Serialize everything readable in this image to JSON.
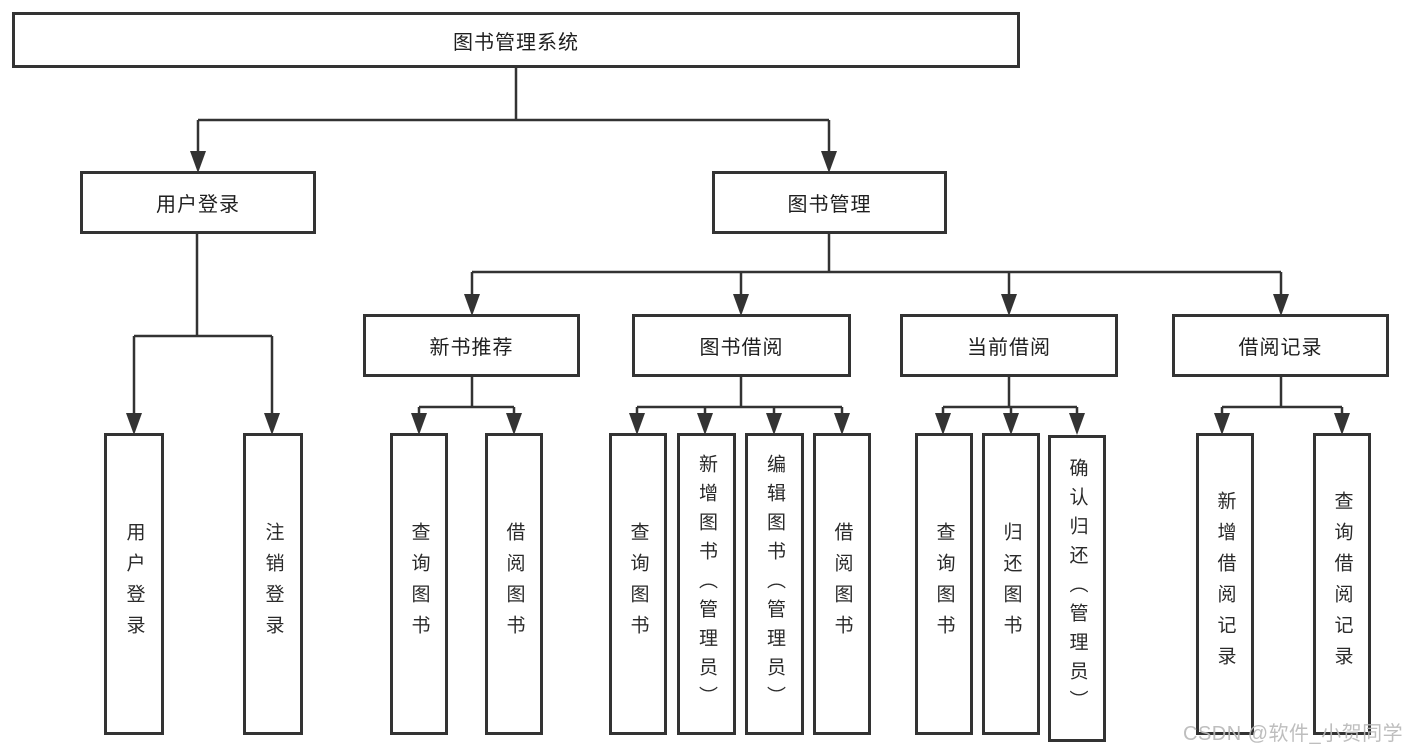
{
  "tree": {
    "label": "图书管理系统",
    "children": [
      {
        "label": "用户登录",
        "children": [
          {
            "label": "用户登录"
          },
          {
            "label": "注销登录"
          }
        ]
      },
      {
        "label": "图书管理",
        "children": [
          {
            "label": "新书推荐",
            "children": [
              {
                "label": "查询图书"
              },
              {
                "label": "借阅图书"
              }
            ]
          },
          {
            "label": "图书借阅",
            "children": [
              {
                "label": "查询图书"
              },
              {
                "label": "新增图书（管理员）"
              },
              {
                "label": "编辑图书（管理员）"
              },
              {
                "label": "借阅图书"
              }
            ]
          },
          {
            "label": "当前借阅",
            "children": [
              {
                "label": "查询图书"
              },
              {
                "label": "归还图书"
              },
              {
                "label": "确认归还（管理员）"
              }
            ]
          },
          {
            "label": "借阅记录",
            "children": [
              {
                "label": "新增借阅记录"
              },
              {
                "label": "查询借阅记录"
              }
            ]
          }
        ]
      }
    ]
  },
  "watermark": {
    "text": "CSDN @软件_小贺同学"
  },
  "colors": {
    "line": "#333333",
    "box_border": "#333333",
    "text": "#1f1f1f",
    "watermark": "#b9b9b9",
    "background": "#ffffff"
  }
}
